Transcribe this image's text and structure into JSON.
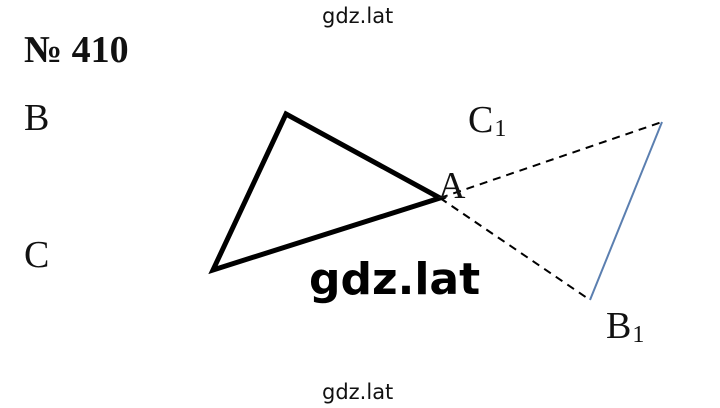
{
  "watermark_top": "gdz.lat",
  "watermark_center": "gdz.lat",
  "watermark_bottom": "gdz.lat",
  "problem_number": "№ 410",
  "labels": {
    "B": "B",
    "C": "C",
    "A": "A",
    "C1_base": "C",
    "C1_sub": "1",
    "B1_base": "B",
    "B1_sub": "1"
  },
  "colors": {
    "ink": "#000000",
    "segment_b1c1": "#5b7fb0",
    "background": "#ffffff"
  }
}
